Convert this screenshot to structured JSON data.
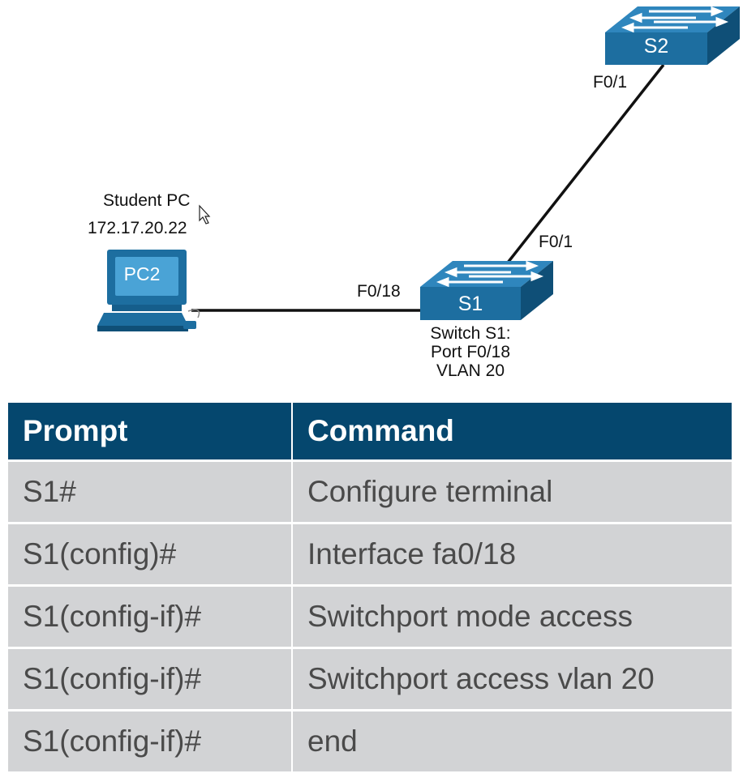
{
  "colors": {
    "device_blue": "#1d6ea0",
    "device_top": "#2f86bd",
    "device_dark": "#0f4f77",
    "header_blue": "#05476e",
    "row_gray": "#d2d3d5"
  },
  "diagram": {
    "pc": {
      "name": "PC2",
      "title": "Student PC",
      "ip": "172.17.20.22",
      "icon": "computer-icon"
    },
    "s1": {
      "name": "S1",
      "icon": "switch-icon",
      "info": [
        "Switch S1:",
        "Port F0/18",
        "VLAN 20"
      ]
    },
    "s2": {
      "name": "S2",
      "icon": "switch-icon"
    },
    "links": [
      {
        "from": "PC2",
        "to": "S1",
        "port_label": "F0/18"
      },
      {
        "from": "S1",
        "to": "S2",
        "port_label_s1": "F0/1",
        "port_label_s2": "F0/1"
      }
    ]
  },
  "table": {
    "headers": [
      "Prompt",
      "Command"
    ],
    "rows": [
      [
        "S1#",
        "Configure terminal"
      ],
      [
        "S1(config)#",
        "Interface fa0/18"
      ],
      [
        "S1(config-if)#",
        "Switchport mode access"
      ],
      [
        "S1(config-if)#",
        "Switchport access vlan 20"
      ],
      [
        "S1(config-if)#",
        "end"
      ]
    ]
  }
}
